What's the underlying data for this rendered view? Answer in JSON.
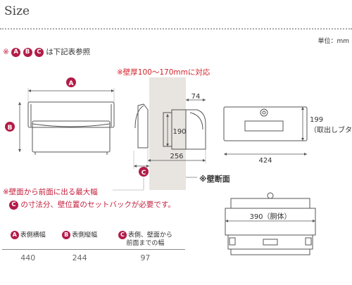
{
  "header": {
    "title": "Size",
    "unit": "単位：mm"
  },
  "notes": {
    "top_prefix": "※",
    "top_circles": [
      "A",
      "B",
      "C"
    ],
    "top_suffix": "は下記表参照",
    "wall_thickness": "※壁厚100〜170mmに対応",
    "wall_section": "※壁断面",
    "setback_line1": "※壁面から前面に出る最大幅",
    "setback_circle": "C",
    "setback_line2": "の寸法分、壁位置のセットバックが必要です。"
  },
  "diagram_labels": {
    "front_width": "A",
    "front_height": "B",
    "side_depth": "C",
    "side_top": "74",
    "side_height": "190",
    "side_bottom": "256",
    "right_height": "199",
    "right_height_note": "（取出しブタ）",
    "right_width": "424",
    "body_width": "390（胴体）"
  },
  "colors": {
    "accent": "#b21c48",
    "note_red": "#c41c3a",
    "wall": "#e8e4e0"
  },
  "table": {
    "headers": [
      {
        "circle": "A",
        "label": "表側横幅"
      },
      {
        "circle": "B",
        "label": "表側縦幅"
      },
      {
        "circle": "C",
        "label": "表側、壁面から\n前面までの幅"
      }
    ],
    "values": [
      "440",
      "244",
      "97"
    ]
  }
}
